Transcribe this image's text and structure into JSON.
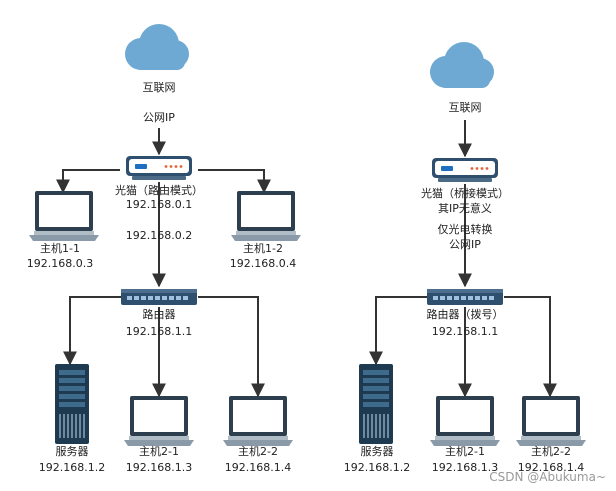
{
  "left": {
    "cloud_label": "互联网",
    "public_ip": "公网IP",
    "modem_label": "光猫（路由模式）",
    "modem_ip": "192.168.0.1",
    "wan_ip": "192.168.0.2",
    "host1_1": {
      "name": "主机1-1",
      "ip": "192.168.0.3"
    },
    "host1_2": {
      "name": "主机1-2",
      "ip": "192.168.0.4"
    },
    "router_label": "路由器",
    "router_ip": "192.168.1.1",
    "server": {
      "name": "服务器",
      "ip": "192.168.1.2"
    },
    "host2_1": {
      "name": "主机2-1",
      "ip": "192.168.1.3"
    },
    "host2_2": {
      "name": "主机2-2",
      "ip": "192.168.1.4"
    }
  },
  "right": {
    "cloud_label": "互联网",
    "modem_label": "光猫（桥接模式）",
    "modem_note": "其IP无意义",
    "conversion_note": "仅光电转换",
    "public_ip": "公网IP",
    "router_label": "路由器（拨号）",
    "router_ip": "192.168.1.1",
    "server": {
      "name": "服务器",
      "ip": "192.168.1.2"
    },
    "host2_1": {
      "name": "主机2-1",
      "ip": "192.168.1.3"
    },
    "host2_2": {
      "name": "主机2-2",
      "ip": "192.168.1.4"
    }
  },
  "watermark": "CSDN @Abukuma~",
  "colors": {
    "cloud": "#6ea9d4",
    "router_body": "#2f4f6f",
    "server_body": "#1e3a50",
    "laptop_screen": "#2d3e4e",
    "line": "#333333"
  }
}
